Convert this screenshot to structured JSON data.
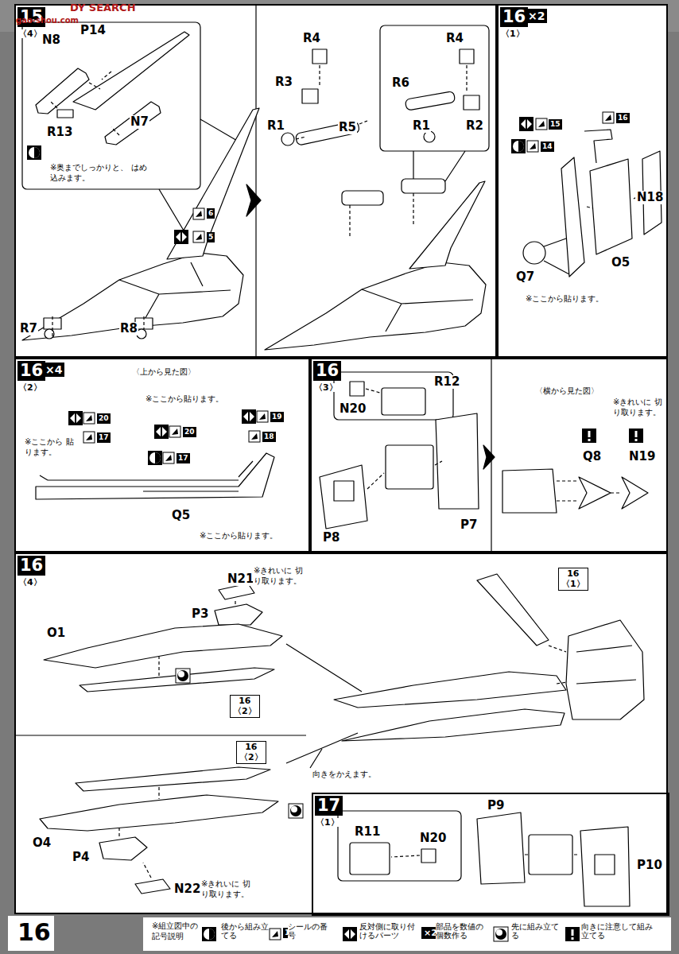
{
  "diagram": {
    "nodes": [
      {
        "text": [
          "15",
          "〈4〉"
        ]
      },
      {
        "text": [
          "16",
          "〈1〉",
          "×2"
        ]
      },
      {
        "text": [
          "16",
          "〈2〉",
          "×4"
        ]
      },
      {
        "text": [
          "16",
          "〈3〉"
        ]
      },
      {
        "text": [
          "16",
          "〈4〉"
        ]
      },
      {
        "text": [
          "16 〈1〉"
        ],
        "in": 4
      },
      {
        "text": [
          "16 〈2〉"
        ],
        "in": 4
      },
      {
        "text": [
          "16 〈2〉"
        ],
        "in": 4
      },
      {
        "text": [
          "17",
          "〈1〉"
        ],
        "in": 4
      }
    ],
    "labels": [
      "DY SEARCH",
      "gao-shou.com",
      "N8",
      "P14",
      "R13",
      "N7",
      "※奥までしっかりと、 はめ込みます。",
      "6",
      "5",
      "R7",
      "R8",
      "R4",
      "R3",
      "R1",
      "R5",
      "R4",
      "R6",
      "R1",
      "R2",
      "15",
      "16",
      "14",
      "N18",
      "O5",
      "Q7",
      "※ここから貼ります。",
      "〈上から見た図〉",
      "※ここから貼ります。",
      "20",
      "17",
      "20",
      "19",
      "18",
      "17",
      "※ここから 貼ります。",
      "Q5",
      "※ここから貼ります。",
      "N20",
      "R12",
      "P8",
      "P7",
      "〈横から見た図〉",
      "※きれいに 切り取ります。",
      "Q8",
      "N19",
      "N21",
      "※きれいに 切り取ります。",
      "P3",
      "O1",
      "向きをかえます。",
      "O4",
      "P4",
      "N22",
      "※きれいに 切り取ります。",
      "R11",
      "N20",
      "P9",
      "P10",
      "16",
      "※組立図中の 記号説明",
      "1",
      "×2"
    ],
    "legend": [
      {
        "text": "後から組み立てる"
      },
      {
        "text": "シールの番号"
      },
      {
        "text": "反対側に取り付けるパーツ"
      },
      {
        "text": "部品を数値の個数作る"
      },
      {
        "text": "先に組み立てる"
      },
      {
        "text": "向きに注意して組み立てる"
      }
    ]
  }
}
